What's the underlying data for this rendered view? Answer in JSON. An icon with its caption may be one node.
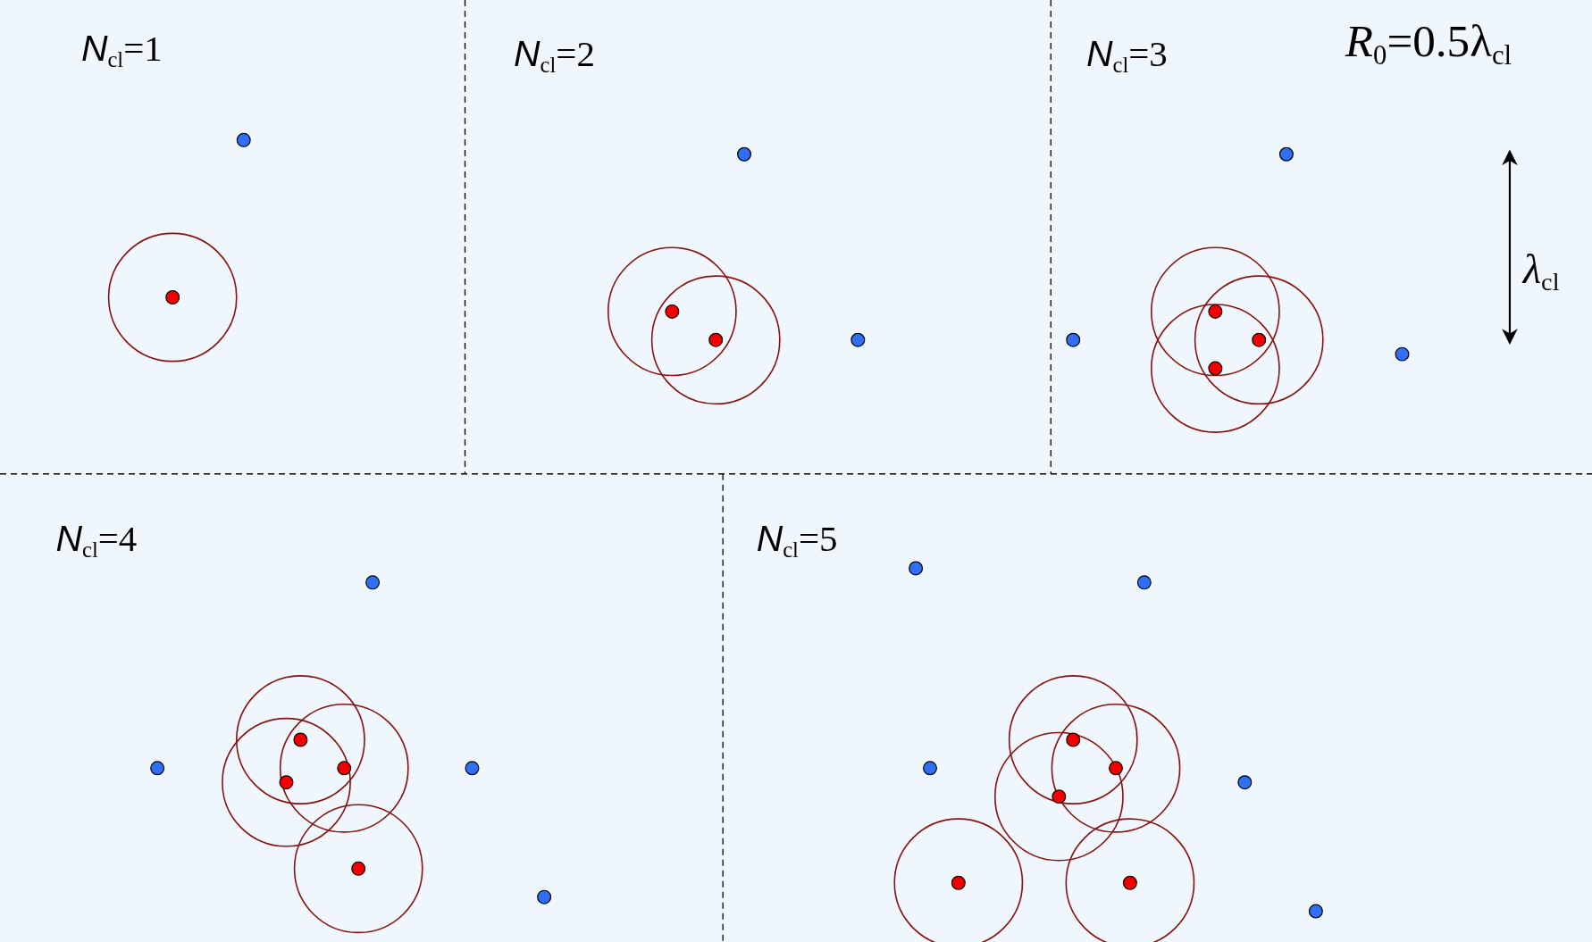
{
  "diagram": {
    "labels": [
      "*N*$_{cl}$=1",
      "*N*$_{cl}$=2",
      "*N*$_{cl}$=3",
      "*R*$_{0}$=0.5λ$_{cl}$",
      "*λ*$_{cl}$",
      "*N*$_{cl}$=4",
      "*N*$_{cl}$=5"
    ]
  }
}
